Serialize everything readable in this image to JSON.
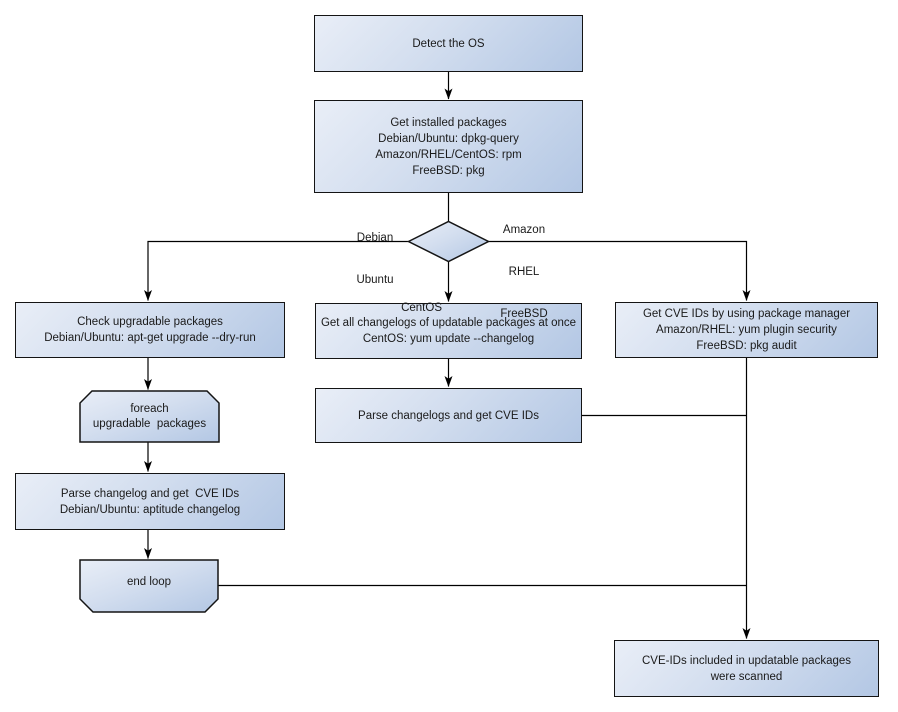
{
  "diagram_title": "OS package CVE scan flowchart",
  "colors": {
    "node_fill_light": "#e9eef7",
    "node_fill_dark": "#b3c7e4",
    "node_border": "#141414",
    "connector": "#000000",
    "background": "#ffffff",
    "text": "#1a1a1a"
  },
  "nodes": {
    "detect_os": {
      "lines": [
        "Detect the OS"
      ]
    },
    "get_installed_packages": {
      "lines": [
        "Get installed packages",
        "Debian/Ubuntu: dpkg-query",
        "Amazon/RHEL/CentOS: rpm",
        "FreeBSD: pkg"
      ]
    },
    "check_upgradable": {
      "lines": [
        "Check upgradable packages",
        "Debian/Ubuntu: apt-get upgrade --dry-run"
      ]
    },
    "foreach_loop": {
      "lines": [
        "foreach",
        "upgradable  packages"
      ]
    },
    "parse_changelog_deb": {
      "lines": [
        "Parse changelog and get  CVE IDs",
        "Debian/Ubuntu: aptitude changelog"
      ]
    },
    "end_loop": {
      "lines": [
        "end loop"
      ]
    },
    "get_all_changelogs": {
      "lines": [
        "Get all changelogs of updatable packages at once",
        "CentOS: yum update --changelog"
      ]
    },
    "parse_changelogs": {
      "lines": [
        "Parse changelogs and get CVE IDs"
      ]
    },
    "get_cve_pkg_manager": {
      "lines": [
        "Get CVE IDs by using package manager",
        "Amazon/RHEL: yum plugin security",
        "FreeBSD: pkg audit"
      ]
    },
    "result": {
      "lines": [
        "CVE-IDs included in updatable packages",
        "were scanned"
      ]
    }
  },
  "decision_labels": {
    "left": {
      "lines": [
        "Debian",
        "Ubuntu"
      ]
    },
    "right": {
      "lines": [
        "Amazon",
        "RHEL",
        "FreeBSD"
      ]
    },
    "down": {
      "lines": [
        "CentOS"
      ]
    }
  }
}
